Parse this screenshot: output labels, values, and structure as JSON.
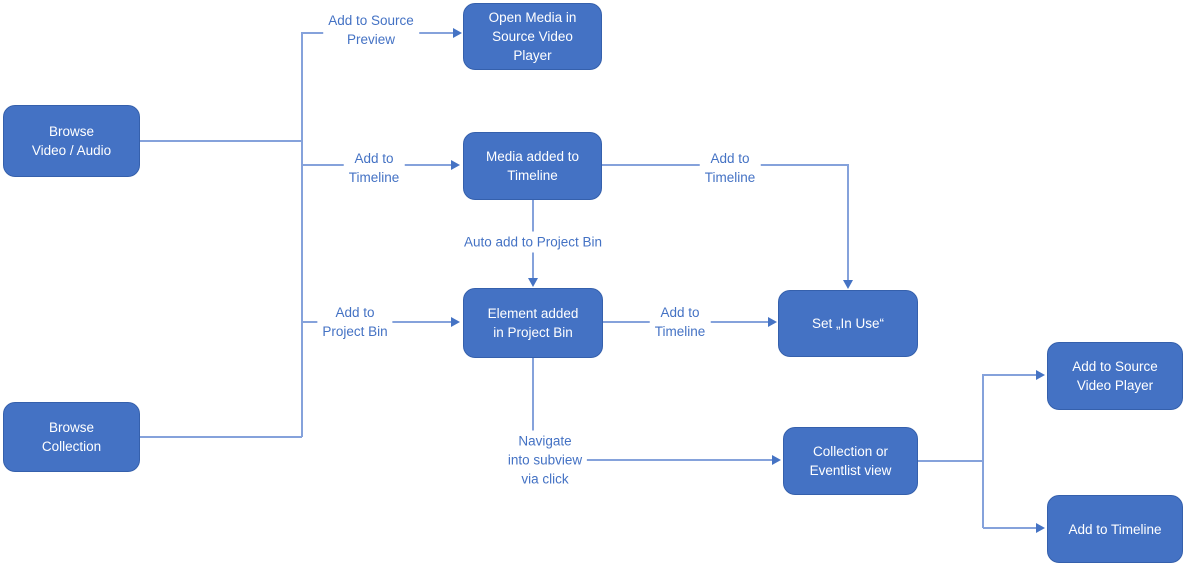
{
  "diagram": {
    "nodes": {
      "browse_video_audio": "Browse\nVideo / Audio",
      "browse_collection": "Browse\nCollection",
      "open_media": "Open Media in\nSource Video\nPlayer",
      "media_added": "Media added to\nTimeline",
      "element_added": "Element added\nin Project Bin",
      "set_in_use": "Set „In Use“",
      "collection_eventlist": "Collection or\nEventlist view",
      "add_source_player": "Add to Source\nVideo Player",
      "add_timeline": "Add to Timeline"
    },
    "edge_labels": {
      "add_to_source_preview": "Add to Source\nPreview",
      "add_to_timeline_browse": "Add to\nTimeline",
      "auto_add_project_bin": "Auto add to Project Bin",
      "add_to_project_bin": "Add to\nProject Bin",
      "add_to_timeline_element": "Add to\nTimeline",
      "add_to_timeline_media": "Add to\nTimeline",
      "navigate_subview": "Navigate\ninto subview\nvia click"
    },
    "colors": {
      "node_fill": "#4472C4",
      "node_border": "#3560AC",
      "node_text": "#FFFFFF",
      "connector": "#85A2DB",
      "arrowhead": "#4573C4",
      "label_text": "#4472C4",
      "background": "#FFFFFF"
    }
  }
}
